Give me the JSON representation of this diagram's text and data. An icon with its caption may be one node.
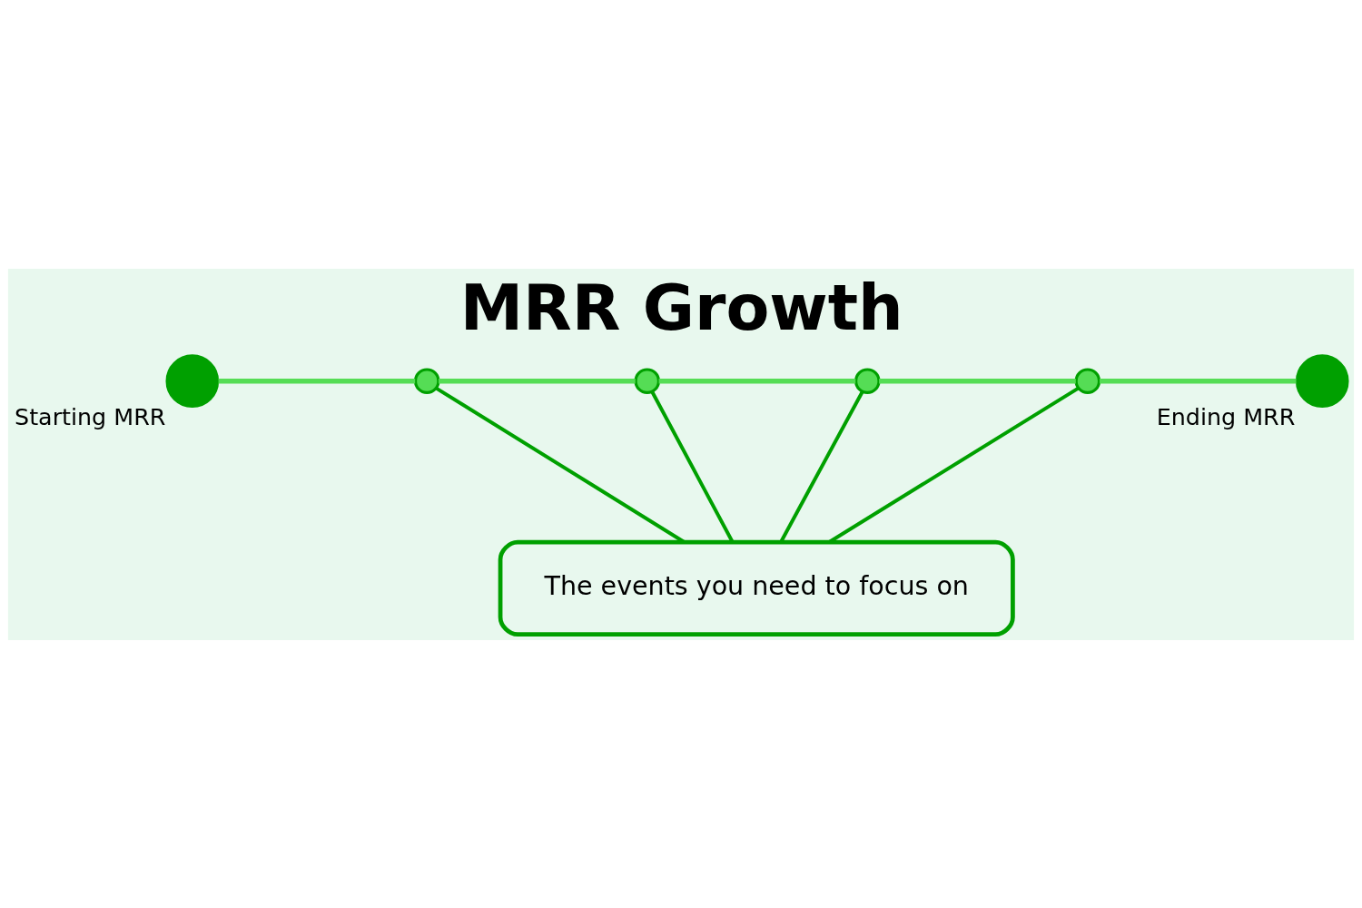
{
  "diagram": {
    "title": "MRR Growth",
    "nodes": [
      {
        "text": [],
        "shape": "circle",
        "beside": [
          "Starting MRR"
        ]
      },
      {
        "text": [],
        "shape": "circle"
      },
      {
        "text": [],
        "shape": "circle"
      },
      {
        "text": [],
        "shape": "circle"
      },
      {
        "text": [],
        "shape": "circle"
      },
      {
        "text": [],
        "shape": "circle",
        "beside": [
          "Ending MRR"
        ]
      },
      {
        "text": [
          "The events you need to focus on"
        ]
      }
    ],
    "edges": [
      {
        "from": 0,
        "to": 1,
        "arrow": "none"
      },
      {
        "from": 1,
        "to": 2,
        "arrow": "none"
      },
      {
        "from": 2,
        "to": 3,
        "arrow": "none"
      },
      {
        "from": 3,
        "to": 4,
        "arrow": "none"
      },
      {
        "from": 4,
        "to": 5,
        "arrow": "none"
      },
      {
        "from": 6,
        "to": 1,
        "arrow": "none",
        "color": "#00a000"
      },
      {
        "from": 6,
        "to": 2,
        "arrow": "none",
        "color": "#00a000"
      },
      {
        "from": 6,
        "to": 3,
        "arrow": "none",
        "color": "#00a000"
      },
      {
        "from": 6,
        "to": 4,
        "arrow": "none",
        "color": "#00a000"
      }
    ]
  }
}
